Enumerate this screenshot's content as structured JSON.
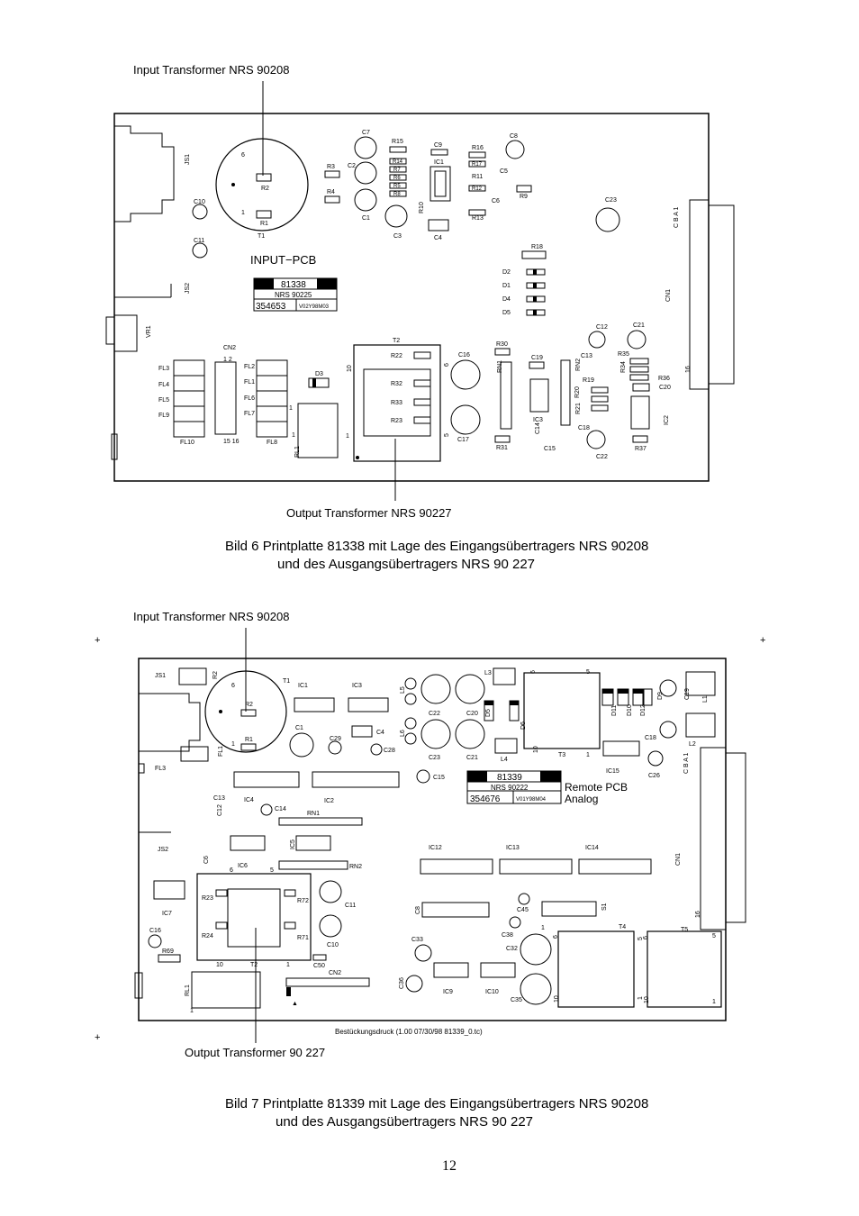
{
  "fig6": {
    "label_input": "Input Transformer NRS 90208",
    "label_output": "Output Transformer NRS 90227",
    "caption_line1": "Bild 6    Printplatte 81338 mit Lage des Eingangsübertragers NRS 90208",
    "caption_line2": "und des Ausgangsübertragers NRS 90 227",
    "board_title": "INPUT−PCB",
    "plate_number": "81338",
    "plate_nrs": "NRS  90225",
    "plate_serial": "354653",
    "plate_code": "V02Y98M03"
  },
  "fig7": {
    "label_input": "Input Transformer NRS 90208",
    "label_output": "Output Transformer 90 227",
    "caption_line1": "Bild 7   Printplatte 81339 mit Lage des Eingangsübertragers NRS 90208",
    "caption_line2": "und des Ausgangsübertragers NRS 90 227",
    "board_title": "Remote  PCB",
    "board_subtitle": "Analog",
    "plate_number": "81339",
    "plate_nrs": "NRS  90222",
    "plate_serial": "354676",
    "plate_code": "V01Y98M04",
    "footer_note": "Bestückungsdruck (1.00 07/30/98  81339_0.tc)"
  },
  "page_number": "12"
}
